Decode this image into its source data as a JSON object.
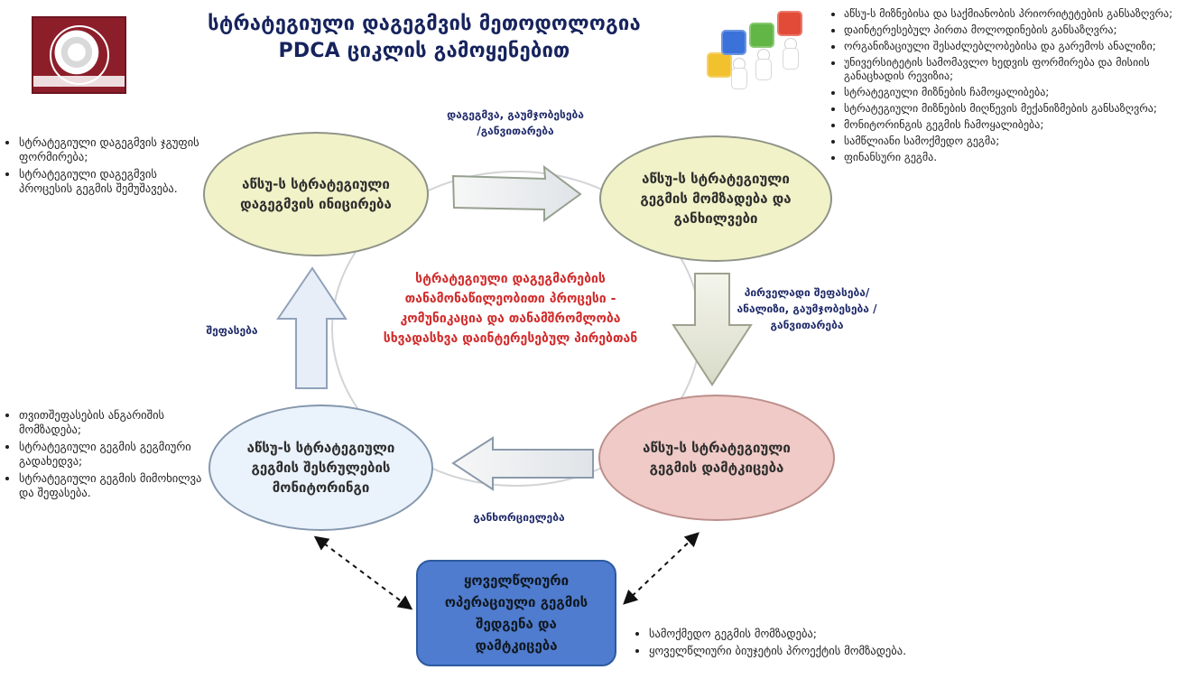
{
  "title": {
    "line1": "სტრატეგიული დაგეგმვის მეთოდოლოგია",
    "line2": "PDCA ციკლის გამოყენებით"
  },
  "center_note": "სტრატეგიული დაგეგმარების თანამონაწილეობითი პროცესი - კომუნიკაცია და თანამშრომლობა სხვადასხვა დაინტერესებულ პირებთან",
  "nodes": {
    "plan_initiation": "აწსუ-ს სტრატეგიული დაგეგმვის ინიცირება",
    "plan_preparation": "აწსუ-ს სტრატეგიული გეგმის მომზადება და განხილვები",
    "plan_approval": "აწსუ-ს სტრატეგიული გეგმის დამტკიცება",
    "plan_monitoring": "აწსუ-ს სტრატეგიული გეგმის შესრულების მონიტორინგი",
    "annual_plan": "ყოველწლიური ოპერაციული გეგმის შედგენა და დამტკიცება"
  },
  "arrow_labels": {
    "top": "დაგეგმვა, გაუმჯობესება /განვითარება",
    "right": "პირველადი შეფასება/ანალიზი, გაუმჯობესება / განვითარება",
    "bottom": "განხორციელება",
    "left": "შეფასება"
  },
  "lists": {
    "top_left": [
      "სტრატეგიული დაგეგმვის ჯგუფის ფორმირება;",
      "სტრატეგიული დაგეგმვის პროცესის გეგმის შემუშავება."
    ],
    "top_right": [
      "აწსუ-ს მიზნებისა და საქმიანობის პრიორიტეტების განსაზღვრა;",
      "დაინტერესებულ პირთა მოლოდინების განსაზღვრა;",
      "ორგანიზაციული შესაძლებლობებისა და გარემოს ანალიზი;",
      "უნივერსიტეტის სამომავლო ხედვის ფორმირება და მისიის განაცხადის რევიზია;",
      "სტრატეგიული მიზნების ჩამოყალიბება;",
      "სტრატეგიული მიზნების მიღწევის მექანიზმების განსაზღვრა;",
      "მონიტორინგის გეგმის ჩამოყალიბება;",
      "სამწლიანი სამოქმედო გეგმა;",
      "ფინანსური გეგმა."
    ],
    "bottom_left": [
      "თვითშეფასების ანგარიშის მომზადება;",
      "სტრატეგიული გეგმის გეგმიური გადახედვა;",
      "სტრატეგიული გეგმის მიმოხილვა და შეფასება."
    ],
    "bottom_right": [
      "სამოქმედო გეგმის მომზადება;",
      "ყოველწლიური ბიუჯეტის პროექტის მომზადება."
    ]
  },
  "colors": {
    "title": "#16235d",
    "center_note": "#d12b2b",
    "arrow_label": "#1f2a6a",
    "node_plan": "#f1f2c8",
    "node_approval": "#efcac6",
    "node_monitoring": "#eaf2fb",
    "annual_box": "#4f7ccf",
    "arrow_fill": "#e7ecef",
    "logo": "#8c1e2a"
  },
  "icons": {
    "logo": "university-logo",
    "illustration": "puzzle-team-illustration"
  }
}
